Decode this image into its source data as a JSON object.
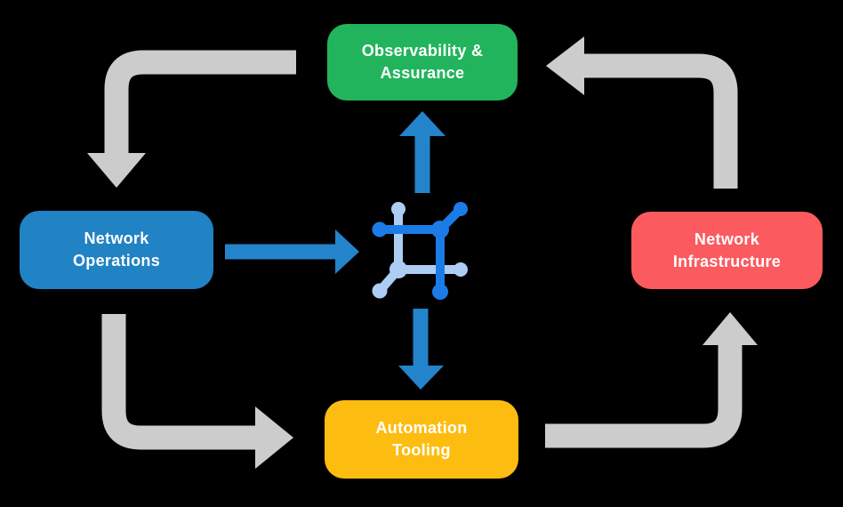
{
  "diagram": {
    "type": "cycle-flow",
    "nodes": [
      {
        "id": "observability-assurance",
        "label": "Observability &\nAssurance",
        "color_key": "green"
      },
      {
        "id": "network-operations",
        "label": "Network\nOperations",
        "color_key": "blue"
      },
      {
        "id": "network-infrastructure",
        "label": "Network\nInfrastructure",
        "color_key": "red"
      },
      {
        "id": "automation-tooling",
        "label": "Automation\nTooling",
        "color_key": "yellow"
      }
    ],
    "center_icon": "network-mesh-icon",
    "gray_flows": [
      {
        "from": "observability-assurance",
        "to": "network-operations"
      },
      {
        "from": "network-infrastructure",
        "to": "observability-assurance"
      },
      {
        "from": "network-operations",
        "to": "automation-tooling"
      },
      {
        "from": "automation-tooling",
        "to": "network-infrastructure"
      }
    ],
    "blue_flows": [
      {
        "from": "network-operations",
        "to": "center-icon"
      },
      {
        "from": "center-icon",
        "to": "observability-assurance"
      },
      {
        "from": "center-icon",
        "to": "automation-tooling"
      }
    ]
  },
  "colors": {
    "canvas_bg": "#000000",
    "green": "#22b45c",
    "blue": "#2182c4",
    "red": "#fb5a5e",
    "yellow": "#fdbd10",
    "arrow_gray": "#cccccc",
    "arrow_blue": "#2484cb",
    "icon_dark": "#1b7ce8",
    "icon_light": "#aecdf5",
    "label_text": "#ffffff"
  }
}
